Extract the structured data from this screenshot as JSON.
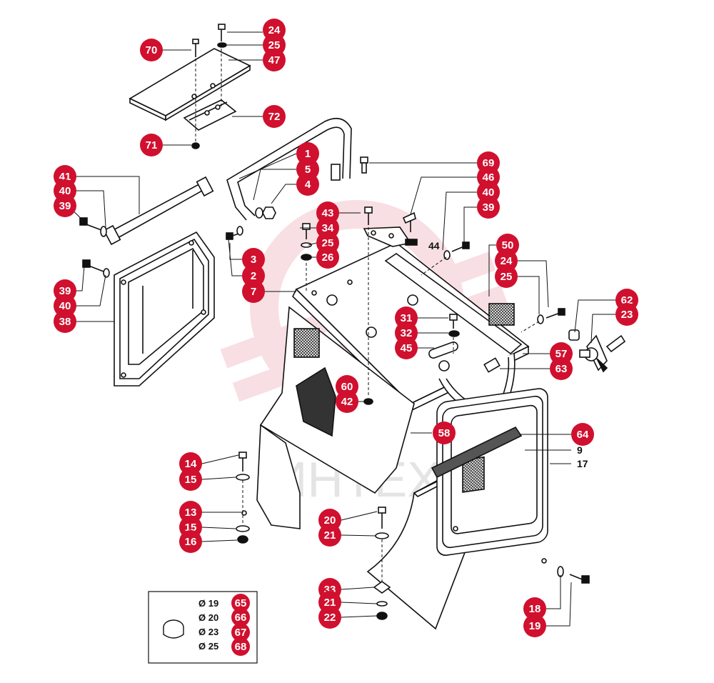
{
  "watermark": "ИНТЕХ",
  "callout_color": "#d0102e",
  "legend": {
    "rows": [
      {
        "size": "Ø 19",
        "ref": "65"
      },
      {
        "size": "Ø 20",
        "ref": "66"
      },
      {
        "size": "Ø 23",
        "ref": "67"
      },
      {
        "size": "Ø 25",
        "ref": "68"
      }
    ]
  },
  "callouts": {
    "c70": "70",
    "c24a": "24",
    "c25a": "25",
    "c47": "47",
    "c72": "72",
    "c71": "71",
    "c1": "1",
    "c5": "5",
    "c4": "4",
    "c41": "41",
    "c40a": "40",
    "c39a": "39",
    "c3": "3",
    "c2": "2",
    "c7": "7",
    "c39b": "39",
    "c40b": "40",
    "c38": "38",
    "c69": "69",
    "c46": "46",
    "c40c": "40",
    "c39c": "39",
    "c43": "43",
    "c34": "34",
    "c25b": "25",
    "c26": "26",
    "c50": "50",
    "c24b": "24",
    "c25c": "25",
    "c62": "62",
    "c23": "23",
    "c31": "31",
    "c32": "32",
    "c45": "45",
    "c57": "57",
    "c63": "63",
    "c60": "60",
    "c42": "42",
    "c58": "58",
    "c64": "64",
    "c14": "14",
    "c15a": "15",
    "c13": "13",
    "c15b": "15",
    "c16": "16",
    "c20": "20",
    "c21a": "21",
    "c33": "33",
    "c21b": "21",
    "c22": "22",
    "c18": "18",
    "c19": "19"
  },
  "plain_labels": {
    "p44": "44",
    "p9": "9",
    "p17": "17"
  }
}
